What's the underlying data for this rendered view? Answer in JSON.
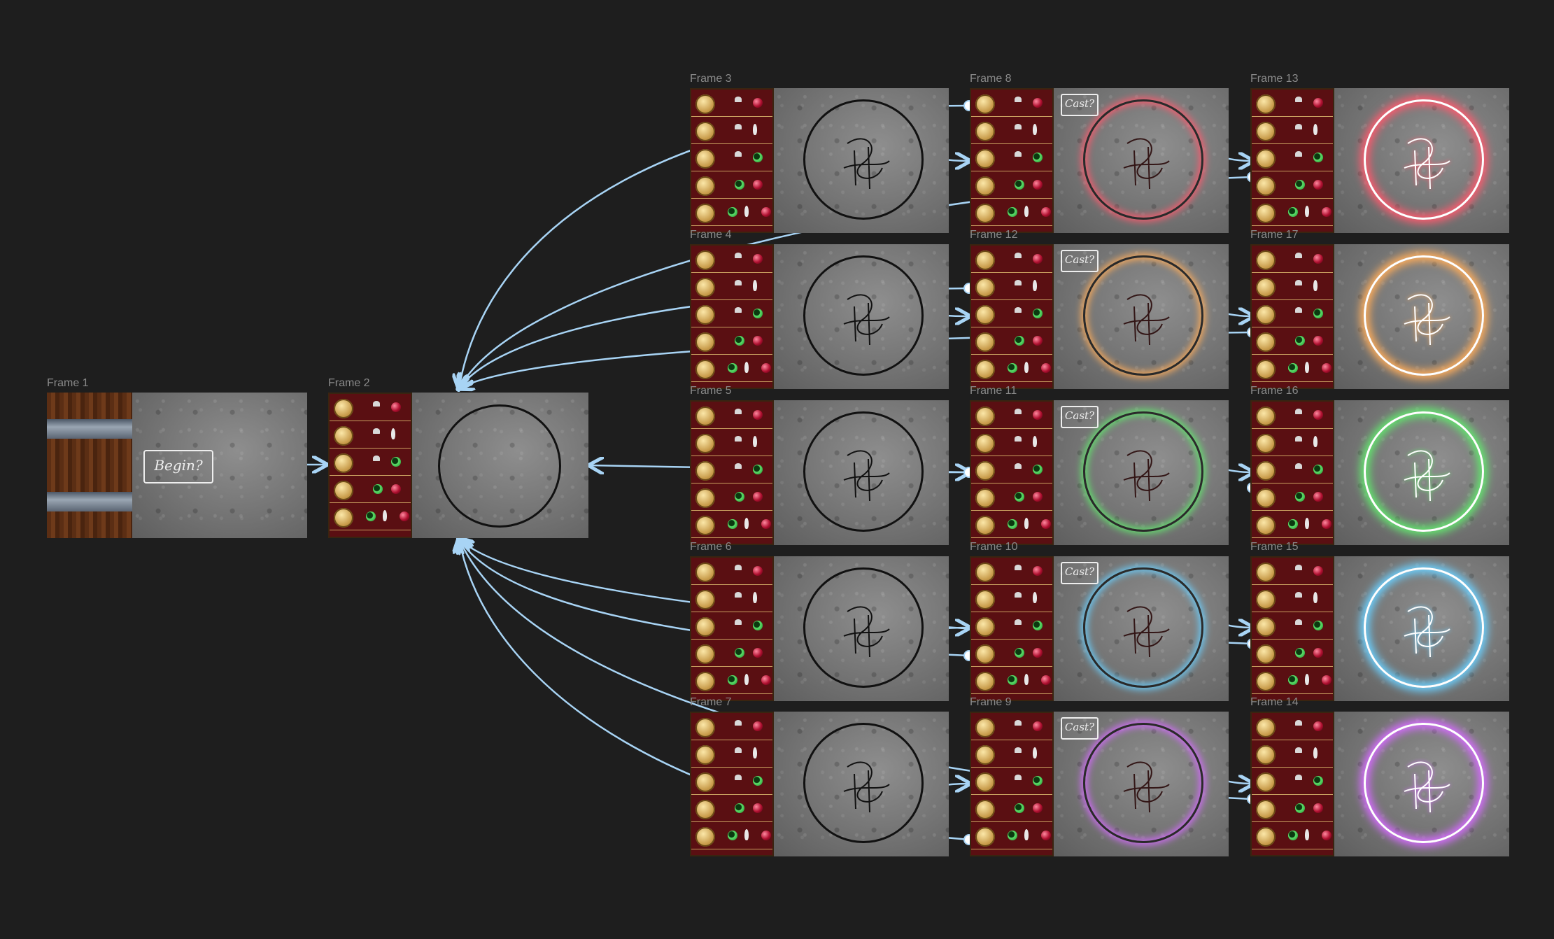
{
  "canvas": {
    "background": "#1e1e1e",
    "link_color": "#a8d4f5"
  },
  "frame1": {
    "label": "Frame 1",
    "begin_label": "Begin?"
  },
  "frame2": {
    "label": "Frame 2"
  },
  "grid_labels": [
    [
      "Frame 3",
      "Frame 8",
      "Frame 13"
    ],
    [
      "Frame 4",
      "Frame 12",
      "Frame 17"
    ],
    [
      "Frame 5",
      "Frame 11",
      "Frame 16"
    ],
    [
      "Frame 6",
      "Frame 10",
      "Frame 15"
    ],
    [
      "Frame 7",
      "Frame 9",
      "Frame 14"
    ]
  ],
  "cast_label": "Cast?",
  "glow_colors": [
    "#ff5a6e",
    "#ffad5a",
    "#62e86e",
    "#6ad0ff",
    "#d66bff"
  ],
  "inventory_rows": [
    [
      "mushroom",
      "red"
    ],
    [
      "mushroom",
      "feather"
    ],
    [
      "mushroom",
      "green"
    ],
    [
      "green",
      "red"
    ],
    [
      "green",
      "feather",
      "red"
    ]
  ]
}
